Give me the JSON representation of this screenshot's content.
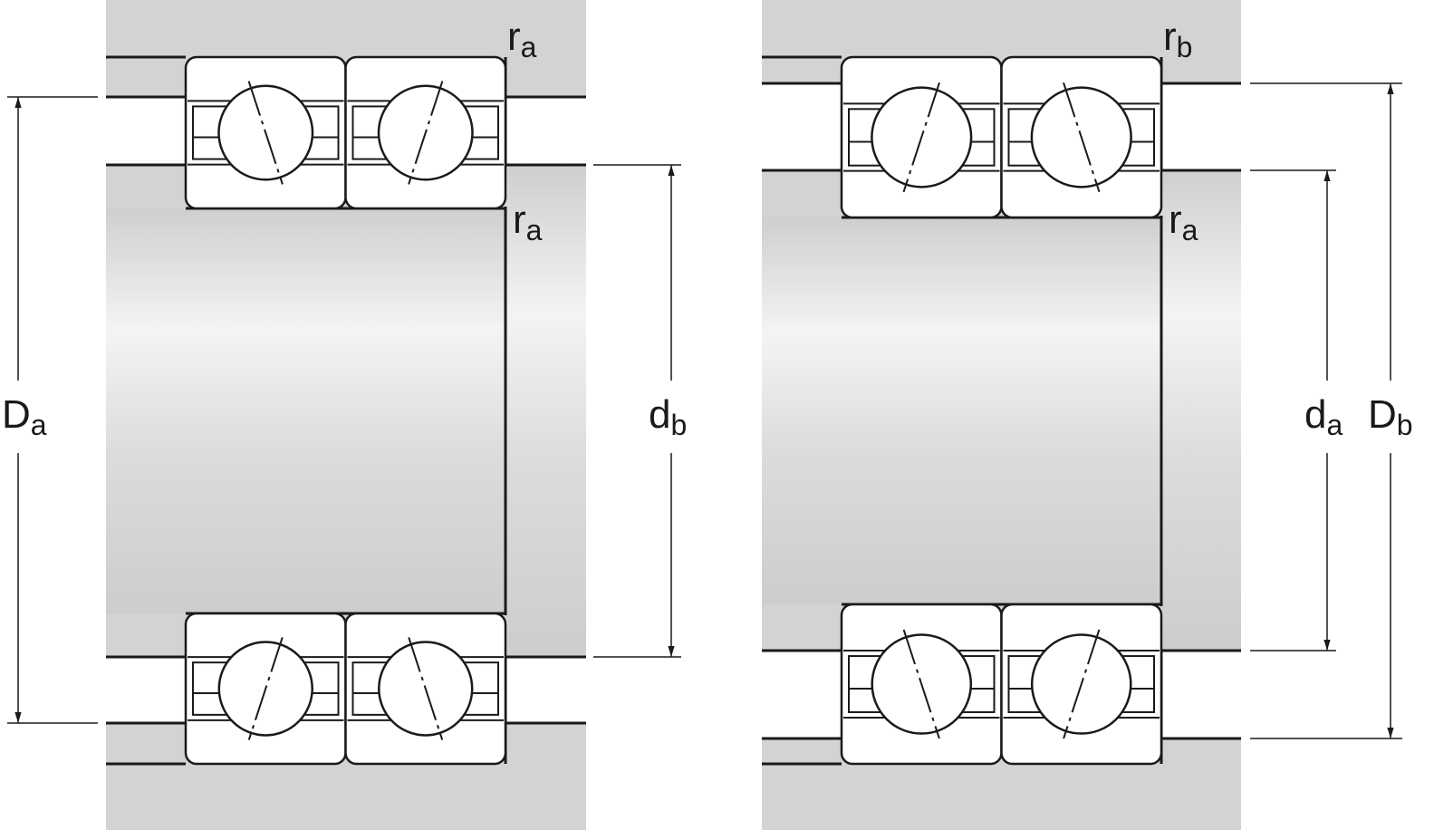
{
  "labels": {
    "left_top_radius": {
      "main": "r",
      "sub": "a"
    },
    "left_shaft_radius": {
      "main": "r",
      "sub": "a"
    },
    "left_housing_diameter": {
      "main": "D",
      "sub": "a"
    },
    "left_shaft_diameter": {
      "main": "d",
      "sub": "b"
    },
    "right_top_radius": {
      "main": "r",
      "sub": "b"
    },
    "right_shaft_radius": {
      "main": "r",
      "sub": "a"
    },
    "right_shaft_diameter": {
      "main": "d",
      "sub": "a"
    },
    "right_housing_diameter": {
      "main": "D",
      "sub": "b"
    }
  },
  "colors": {
    "housing": "#d3d3d3",
    "line": "#1a1a1a",
    "bearing": "#ffffff"
  }
}
